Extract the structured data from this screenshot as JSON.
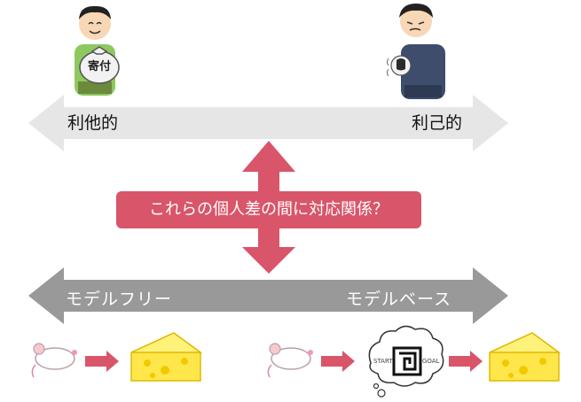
{
  "top_axis": {
    "left_label": "利他的",
    "right_label": "利己的",
    "color": "#e6e6e6"
  },
  "bottom_axis": {
    "left_label": "モデルフリー",
    "right_label": "モデルベース",
    "color": "#999999"
  },
  "center": {
    "label": "これらの個人差の間に対応関係？",
    "color": "#d9556a"
  },
  "donor": {
    "bag_label": "寄付"
  },
  "maze": {
    "start_label": "START",
    "goal_label": "GOAL"
  },
  "flow_arrow_color": "#d9556a",
  "icons": [
    "person-donating-icon",
    "person-hoarding-icon",
    "mouse-icon",
    "cheese-icon",
    "thought-bubble-maze-icon"
  ]
}
